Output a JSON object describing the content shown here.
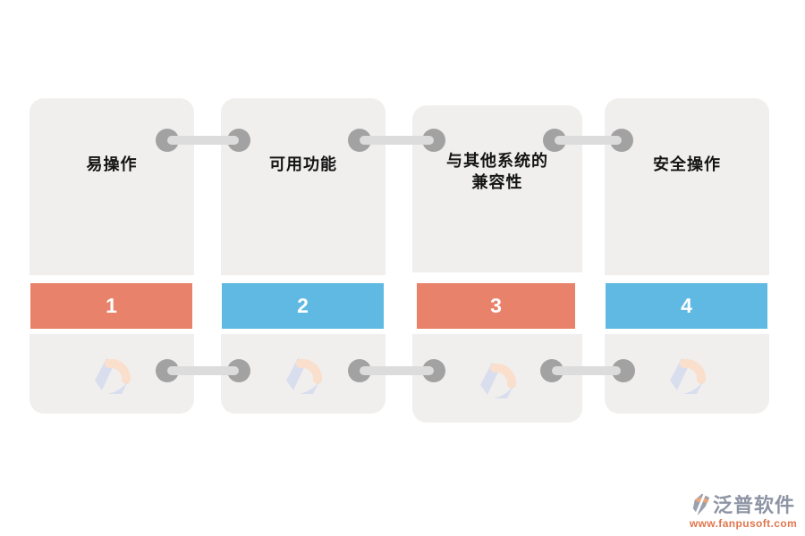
{
  "cards": [
    {
      "title": "易操作",
      "step": "1",
      "bar_color": "#E8826A"
    },
    {
      "title": "可用功能",
      "step": "2",
      "bar_color": "#5FB9E2"
    },
    {
      "title": "与其他系统的兼容性",
      "step": "3",
      "bar_color": "#E8826A"
    },
    {
      "title": "安全操作",
      "step": "4",
      "bar_color": "#5FB9E2"
    }
  ],
  "colors": {
    "page_background": "#FFFFFF",
    "card_background": "#F0EFEE",
    "bar_orange": "#E8826A",
    "bar_blue": "#5FB9E2",
    "step_number_text": "#FFFFFF",
    "connector_dot": "#A2A2A2",
    "connector_line": "#DCDCDC",
    "brand_name_color": "#8E94A4",
    "brand_url_color": "#E0764E"
  },
  "icons": {
    "watermark": "fanpu-watermark-logo",
    "brand": "fanpu-logo"
  },
  "branding": {
    "name": "泛普软件",
    "website": "www.fanpusoft.com"
  }
}
